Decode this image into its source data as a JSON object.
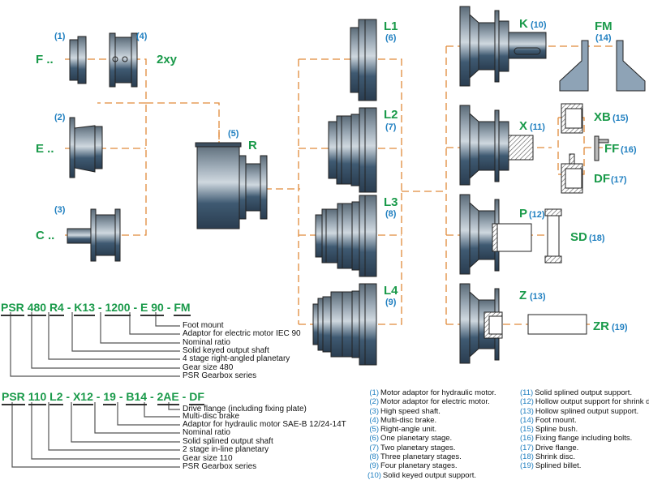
{
  "title": "PSR Gearbox modular configuration diagram",
  "colors": {
    "code_green": "#1a9a4a",
    "number_blue": "#1f7fc0",
    "connector_orange": "#e08a3a",
    "part_steel": "#4d6478"
  },
  "inputs": [
    {
      "code": "F ..",
      "number": "(1)",
      "name": "motor-adaptor-hydraulic"
    },
    {
      "code": "2xy",
      "number": "(4)",
      "name": "multi-disc-brake"
    },
    {
      "code": "E ..",
      "number": "(2)",
      "name": "motor-adaptor-electric"
    },
    {
      "code": "C ..",
      "number": "(3)",
      "name": "high-speed-shaft"
    }
  ],
  "right_angle": {
    "code": "R",
    "number": "(5)"
  },
  "stages": [
    {
      "code": "L1",
      "number": "(6)"
    },
    {
      "code": "L2",
      "number": "(7)"
    },
    {
      "code": "L3",
      "number": "(8)"
    },
    {
      "code": "L4",
      "number": "(9)"
    }
  ],
  "outputs": [
    {
      "code": "K",
      "number": "(10)"
    },
    {
      "code": "X",
      "number": "(11)"
    },
    {
      "code": "P",
      "number": "(12)"
    },
    {
      "code": "Z",
      "number": "(13)"
    }
  ],
  "accessories": [
    {
      "code": "FM",
      "number": "(14)"
    },
    {
      "code": "XB",
      "number": "(15)"
    },
    {
      "code": "FF",
      "number": "(16)"
    },
    {
      "code": "DF",
      "number": "(17)"
    },
    {
      "code": "SD",
      "number": "(18)"
    },
    {
      "code": "ZR",
      "number": "(19)"
    }
  ],
  "example1": {
    "segments": [
      "PSR",
      "480",
      "R4",
      "-",
      "K13",
      "-",
      "1200",
      "-",
      "E 90",
      "-",
      "FM"
    ],
    "descriptions": [
      "Foot mount",
      "Adaptor for electric motor IEC 90",
      "Nominal ratio",
      "Solid keyed output shaft",
      "4 stage right-angled planetary",
      "Gear size 480",
      "PSR Gearbox series"
    ]
  },
  "example2": {
    "segments": [
      "PSR",
      "110",
      "L2",
      "-",
      "X12",
      "-",
      "19",
      "-",
      "B14",
      "-",
      "2AE",
      "-",
      "DF"
    ],
    "descriptions": [
      "Drive flange (including fixing plate)",
      "Multi-disc brake",
      "Adaptor for hydraulic motor SAE-B 12/24-14T",
      "Nominal ratio",
      "Solid splined output shaft",
      "2 stage in-line planetary",
      "Gear size 110",
      "PSR Gearbox series"
    ]
  },
  "legend_left": [
    {
      "n": "(1)",
      "text": "Motor adaptor for hydraulic motor."
    },
    {
      "n": "(2)",
      "text": "Motor adaptor for electric motor."
    },
    {
      "n": "(3)",
      "text": "High speed shaft."
    },
    {
      "n": "(4)",
      "text": "Multi-disc brake."
    },
    {
      "n": "(5)",
      "text": "Right-angle unit."
    },
    {
      "n": "(6)",
      "text": "One planetary stage."
    },
    {
      "n": "(7)",
      "text": "Two planetary stages."
    },
    {
      "n": "(8)",
      "text": "Three planetary stages."
    },
    {
      "n": "(9)",
      "text": "Four planetary stages."
    },
    {
      "n": "(10)",
      "text": "Solid keyed output support."
    }
  ],
  "legend_right": [
    {
      "n": "(11)",
      "text": "Solid splined output support."
    },
    {
      "n": "(12)",
      "text": "Hollow output support for shrink disc."
    },
    {
      "n": "(13)",
      "text": "Hollow splined output support."
    },
    {
      "n": "(14)",
      "text": "Foot mount."
    },
    {
      "n": "(15)",
      "text": "Spline bush."
    },
    {
      "n": "(16)",
      "text": "Fixing flange including bolts."
    },
    {
      "n": "(17)",
      "text": "Drive flange."
    },
    {
      "n": "(18)",
      "text": "Shrink disc."
    },
    {
      "n": "(19)",
      "text": "Splined billet."
    }
  ]
}
